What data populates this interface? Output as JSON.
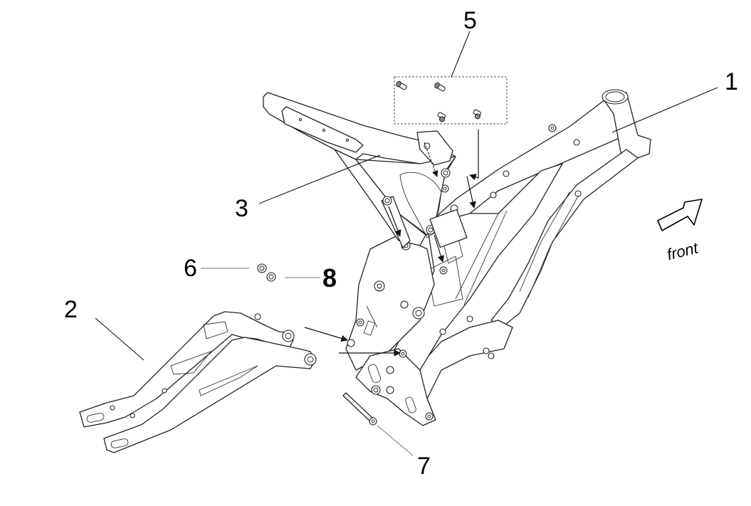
{
  "diagram": {
    "type": "exploded-parts-view",
    "subject": "motorcycle frame assembly",
    "direction_indicator": {
      "icon": "arrow-right-outline-icon",
      "label": "front"
    },
    "callouts": [
      {
        "number": "1",
        "part": "main frame"
      },
      {
        "number": "2",
        "part": "swing arm"
      },
      {
        "number": "3",
        "part": "rear subframe"
      },
      {
        "number": "5",
        "part": "subframe bolt set (4 bolts)"
      },
      {
        "number": "6",
        "part": "nut"
      },
      {
        "number": "7",
        "part": "swing arm pivot axle"
      },
      {
        "number": "8",
        "part": "washer"
      }
    ]
  }
}
